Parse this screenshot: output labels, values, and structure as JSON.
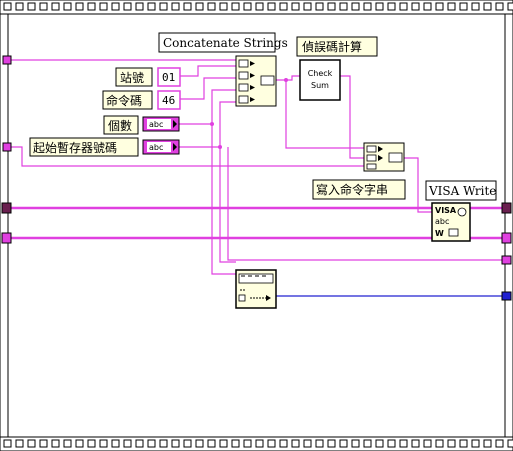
{
  "labels": {
    "concat": "Concatenate Strings",
    "checksum_title": "偵誤碼計算",
    "write_cmd": "寫入命令字串",
    "visa_write": "VISA Write"
  },
  "controls": {
    "station": {
      "label": "站號",
      "value": "01"
    },
    "command": {
      "label": "命令碼",
      "value": "46"
    },
    "count": {
      "label": "個數",
      "value": "abc"
    },
    "start_reg": {
      "label": "起始暫存器號碼",
      "value": "abc"
    }
  },
  "nodes": {
    "checksum_subvi": {
      "line1": "Check",
      "line2": "Sum"
    },
    "visa_icon": {
      "line1": "VISA",
      "line2": "abc",
      "line3": "W"
    }
  },
  "colors": {
    "string_wire": "#e040e0",
    "numeric_wire": "#2020d0",
    "resource_terminal": "#6a1f4f",
    "frame_border": "#000000"
  }
}
